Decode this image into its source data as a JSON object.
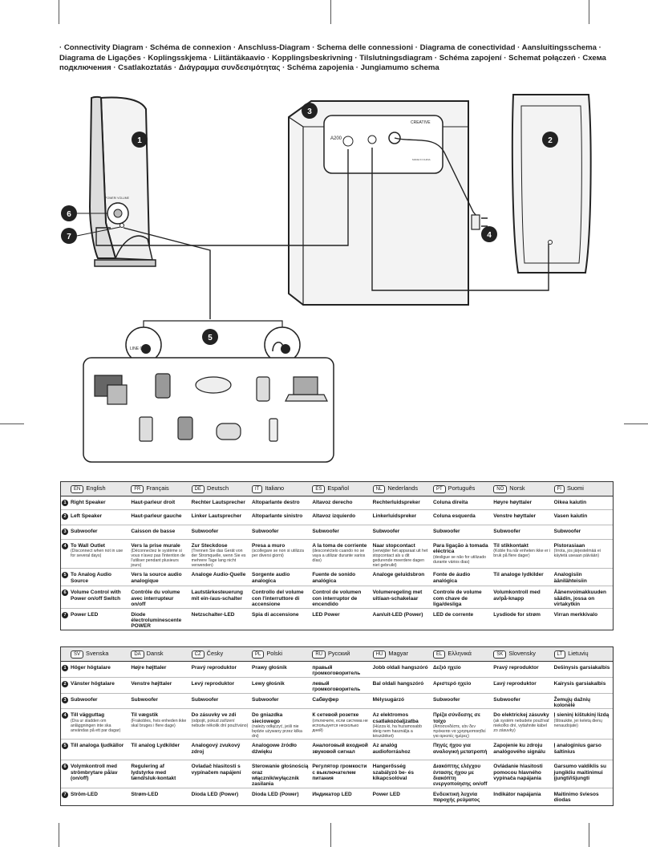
{
  "heading": "· Connectivity Diagram · Schéma de connexion · Anschluss-Diagram · Schema delle connessioni · Diagrama de conectividad · Aansluitingsschema · Diagrama de Ligações · Koplingsskjema · Liitäntäkaavio · Kopplingsbeskrivning · Tilslutningsdiagram · Schéma zapojení · Schemat połączeń · Схема подключения · Csatlakoztatás · Διάγραμμα συνδεσιμότητας · Schéma zapojenia · Jungiamumo schema",
  "diagram": {
    "callouts": [
      "1",
      "2",
      "3",
      "4",
      "5",
      "6",
      "7"
    ],
    "brand": "CREATIVE",
    "model": "A200",
    "label_line_out": "LINE OUT",
    "label_power_volume": "POWER/ VOLUME",
    "label_made_in": "MADE IN CHINA"
  },
  "table1": {
    "languages": [
      {
        "code": "EN",
        "name": "English"
      },
      {
        "code": "FR",
        "name": "Français"
      },
      {
        "code": "DE",
        "name": "Deutsch"
      },
      {
        "code": "IT",
        "name": "Italiano"
      },
      {
        "code": "ES",
        "name": "Español"
      },
      {
        "code": "NL",
        "name": "Nederlands"
      },
      {
        "code": "PT",
        "name": "Português"
      },
      {
        "code": "NO",
        "name": "Norsk"
      },
      {
        "code": "FI",
        "name": "Suomi"
      }
    ],
    "rows": [
      {
        "num": "1",
        "cells": [
          [
            "Right Speaker",
            ""
          ],
          [
            "Haut-parleur droit",
            ""
          ],
          [
            "Rechter Lautsprecher",
            ""
          ],
          [
            "Altoparlante destro",
            ""
          ],
          [
            "Altavoz derecho",
            ""
          ],
          [
            "Rechterluidspreker",
            ""
          ],
          [
            "Coluna direita",
            ""
          ],
          [
            "Høyre høyttaler",
            ""
          ],
          [
            "Oikea kaiutin",
            ""
          ]
        ]
      },
      {
        "num": "2",
        "cells": [
          [
            "Left Speaker",
            ""
          ],
          [
            "Haut-parleur gauche",
            ""
          ],
          [
            "Linker Lautsprecher",
            ""
          ],
          [
            "Altoparlante sinistro",
            ""
          ],
          [
            "Altavoz izquierdo",
            ""
          ],
          [
            "Linkerluidspreker",
            ""
          ],
          [
            "Coluna esquerda",
            ""
          ],
          [
            "Venstre høyttaler",
            ""
          ],
          [
            "Vasen kaiutin",
            ""
          ]
        ]
      },
      {
        "num": "3",
        "cells": [
          [
            "Subwoofer",
            ""
          ],
          [
            "Caisson de basse",
            ""
          ],
          [
            "Subwoofer",
            ""
          ],
          [
            "Subwoofer",
            ""
          ],
          [
            "Subwoofer",
            ""
          ],
          [
            "Subwoofer",
            ""
          ],
          [
            "Subwoofer",
            ""
          ],
          [
            "Subwoofer",
            ""
          ],
          [
            "Subwoofer",
            ""
          ]
        ]
      },
      {
        "num": "4",
        "cells": [
          [
            "To Wall Outlet",
            "(Disconnect when not in use for several days)"
          ],
          [
            "Vers la prise murale",
            "(Déconnectez le système si vous n'avez pas l'intention de l'utiliser pendant plusieurs jours)"
          ],
          [
            "Zur Steckdose",
            "(Trennen Sie das Gerät von der Stromquelle, wenn Sie es mehrere Tage lang nicht verwenden)"
          ],
          [
            "Presa a muro",
            "(scollegare se non si utilizza per diversi giorni)"
          ],
          [
            "A la toma de corriente",
            "(desconéctelo cuando no se vaya a utilizar durante varios días)"
          ],
          [
            "Naar stopcontact",
            "(verwijder het apparaat uit het stopcontact als u dit gedurende meerdere dagen niet gebruikt)"
          ],
          [
            "Para ligação à tomada eléctrica",
            "(desligue se não for utilizado durante vários dias)"
          ],
          [
            "Til stikkontakt",
            "(Koble fra når enheten ikke er i bruk på flere dager)"
          ],
          [
            "Pistorasiaan",
            "(Irrota, jos järjestelmää ei käytetä useaan päivään)"
          ]
        ]
      },
      {
        "num": "5",
        "cells": [
          [
            "To Analog Audio Source",
            ""
          ],
          [
            "Vers la source audio analogique",
            ""
          ],
          [
            "Analoge Audio-Quelle",
            ""
          ],
          [
            "Sorgente audio analogica",
            ""
          ],
          [
            "Fuente de sonido analógica",
            ""
          ],
          [
            "Analoge geluidsbron",
            ""
          ],
          [
            "Fonte de áudio analógica",
            ""
          ],
          [
            "Til analoge lydkilder",
            ""
          ],
          [
            "Analogisiin äänilähteisiin",
            ""
          ]
        ]
      },
      {
        "num": "6",
        "cells": [
          [
            "Volume Control with Power on/off Switch",
            ""
          ],
          [
            "Contrôle du volume avec interrupteur on/off",
            ""
          ],
          [
            "Lautstärkesteuerung mit ein-/aus-schalter",
            ""
          ],
          [
            "Controllo del volume con l'interruttore di accensione",
            ""
          ],
          [
            "Control de volumen con interruptor de encendido",
            ""
          ],
          [
            "Volumeregeling met uit/aan-schakelaar",
            ""
          ],
          [
            "Controle de volume com chave de liga/desliga",
            ""
          ],
          [
            "Volumkontroll med av/på-knapp",
            ""
          ],
          [
            "Äänenvoimakkuuden säädin, jossa on virtakytkin",
            ""
          ]
        ]
      },
      {
        "num": "7",
        "cells": [
          [
            "Power LED",
            ""
          ],
          [
            "Diode électroluminescente POWER",
            ""
          ],
          [
            "Netzschalter-LED",
            ""
          ],
          [
            "Spia di accensione",
            ""
          ],
          [
            "LED Power",
            ""
          ],
          [
            "Aan/uit-LED (Power)",
            ""
          ],
          [
            "LED de corrente",
            ""
          ],
          [
            "Lysdiode for strøm",
            ""
          ],
          [
            "Virran merkkivalo",
            ""
          ]
        ]
      }
    ]
  },
  "table2": {
    "languages": [
      {
        "code": "SV",
        "name": "Svenska"
      },
      {
        "code": "DA",
        "name": "Dansk"
      },
      {
        "code": "CZ",
        "name": "Česky"
      },
      {
        "code": "PL",
        "name": "Polski"
      },
      {
        "code": "RU",
        "name": "Русский"
      },
      {
        "code": "HU",
        "name": "Magyar"
      },
      {
        "code": "EL",
        "name": "Ελληνικά"
      },
      {
        "code": "SK",
        "name": "Slovensky"
      },
      {
        "code": "LT",
        "name": "Lietuvių"
      }
    ],
    "rows": [
      {
        "num": "1",
        "cells": [
          [
            "Höger högtalare",
            ""
          ],
          [
            "Højre højttaler",
            ""
          ],
          [
            "Pravý reproduktor",
            ""
          ],
          [
            "Prawy głośnik",
            ""
          ],
          [
            "правый громкоговоритель",
            ""
          ],
          [
            "Jobb oldali hangszóró",
            ""
          ],
          [
            "Δεξιό ηχείο",
            ""
          ],
          [
            "Pravý reproduktor",
            ""
          ],
          [
            "Dešinysis garsiakalbis",
            ""
          ]
        ]
      },
      {
        "num": "2",
        "cells": [
          [
            "Vänster högtalare",
            ""
          ],
          [
            "Venstre højttaler",
            ""
          ],
          [
            "Levý reproduktor",
            ""
          ],
          [
            "Lewy głośnik",
            ""
          ],
          [
            "левый громкоговоритель",
            ""
          ],
          [
            "Bal oldali hangszóró",
            ""
          ],
          [
            "Αριστερό ηχείο",
            ""
          ],
          [
            "Ľavý reproduktor",
            ""
          ],
          [
            "Kairysis garsiakalbis",
            ""
          ]
        ]
      },
      {
        "num": "3",
        "cells": [
          [
            "Subwoofer",
            ""
          ],
          [
            "Subwoofer",
            ""
          ],
          [
            "Subwoofer",
            ""
          ],
          [
            "Subwoofer",
            ""
          ],
          [
            "Сабвуфер",
            ""
          ],
          [
            "Mélysugárzó",
            ""
          ],
          [
            "Subwoofer",
            ""
          ],
          [
            "Subwoofer",
            ""
          ],
          [
            "Žemųjų dažnių kolonėlė",
            ""
          ]
        ]
      },
      {
        "num": "4",
        "cells": [
          [
            "Till vägguttag",
            "(Dra ur sladden om anläggningen inte ska användas på ett par dagar)"
          ],
          [
            "Til vægstik",
            "(Frakobles, hvis enheden ikke skal bruges i flere dage)"
          ],
          [
            "Do zásuvky ve zdi",
            "(odpojit, pokud zařízení nebude několik dní používáno)"
          ],
          [
            "Do gniazdka sieciowego",
            "(należy odłączyć, jeśli nie będzie używany przez kilka dni)"
          ],
          [
            "К сетевой розетке",
            "(отключите, если система не используется несколько дней)"
          ],
          [
            "Az elektromos csatlakozóaljzatba",
            "(Húzza ki, ha huzamosabb ideig nem használja a készüléket)"
          ],
          [
            "Πρίζα σύνδεσης σε τοίχο",
            "(Αποσυνδέστε, εάν δεν πρόκειται να χρησιμοποιηθεί για αρκετές ημέρες)"
          ],
          [
            "Do elektrickej zásuvky",
            "(ak systém nebudete používať niekoľko dní, vytiahnite kábel zo zásuvky)"
          ],
          [
            "Į sieninį kištukinį lizdą",
            "(Ištraukite, jei keletą dienų nenaudojate)"
          ]
        ]
      },
      {
        "num": "5",
        "cells": [
          [
            "Till analoga ljudkällor",
            ""
          ],
          [
            "Til analog Lydkilder",
            ""
          ],
          [
            "Analogový zvukový zdroj",
            ""
          ],
          [
            "Analogowe źródło dźwięku",
            ""
          ],
          [
            "Аналоговый входной звуковой сигнал",
            ""
          ],
          [
            "Az analóg audioforráshoz",
            ""
          ],
          [
            "Πηγές ήχου για αναλογική μετατροπή",
            ""
          ],
          [
            "Zapojenie ku zdroju analógového signálu",
            ""
          ],
          [
            "Į analoginius garso šaltinius",
            ""
          ]
        ]
      },
      {
        "num": "6",
        "cells": [
          [
            "Volymkontroll med strömbrytare på/av (on/off)",
            ""
          ],
          [
            "Regulering af lydstyrke med tænd/sluk-kontakt",
            ""
          ],
          [
            "Ovladač hlasitosti s vypínačem napájení",
            ""
          ],
          [
            "Sterowanie głośnością oraz włącznik/wyłącznik zasilania",
            ""
          ],
          [
            "Регулятор громкости с выключателем питания",
            ""
          ],
          [
            "Hangerősség szabályzó be- és kikapcsolóval",
            ""
          ],
          [
            "Διακόπτης ελέγχου έντασης ήχου με διακόπτη ενεργοποίησης on/off",
            ""
          ],
          [
            "Ovládanie hlasitosti pomocou hlavného vypínača napájania",
            ""
          ],
          [
            "Garsumo valdiklis su jungikliu maitinimui įjungti/išjungti",
            ""
          ]
        ]
      },
      {
        "num": "7",
        "cells": [
          [
            "Ström-LED",
            ""
          ],
          [
            "Strøm-LED",
            ""
          ],
          [
            "Dioda LED (Power)",
            ""
          ],
          [
            "Dioda LED (Power)",
            ""
          ],
          [
            "Индикатор LED",
            ""
          ],
          [
            "Power LED",
            ""
          ],
          [
            "Ενδεικτική λυχνία παροχής ρεύματος",
            ""
          ],
          [
            "Indikátor napájania",
            ""
          ],
          [
            "Maitinimo šviesos diodas",
            ""
          ]
        ]
      }
    ]
  }
}
